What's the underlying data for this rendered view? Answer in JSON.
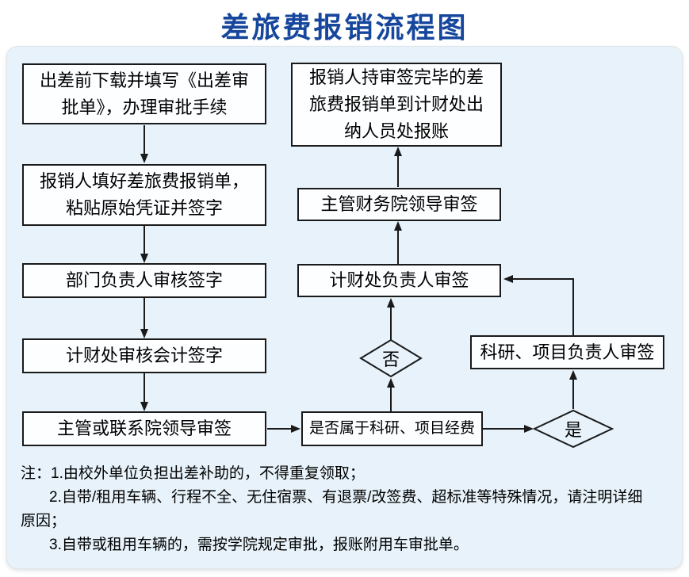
{
  "title": "差旅费报销流程图",
  "colors": {
    "title": "#17479d",
    "panel_bg": "#e7f2fa",
    "box_bg": "#fcfeff",
    "box_border": "#1a1a1a",
    "line": "#1a1a1a"
  },
  "nodes": [
    {
      "id": "download-form",
      "label": [
        "出差前下载并填写《出差审",
        "批单》，办理审批手续"
      ]
    },
    {
      "id": "fill-form",
      "label": [
        "报销人填好差旅费报销单，",
        "粘贴原始凭证并签字"
      ]
    },
    {
      "id": "dept-head-sign",
      "label": "部门负责人审核签字"
    },
    {
      "id": "finance-accountant-sign",
      "label": "计财处审核会计签字"
    },
    {
      "id": "college-leader-sign",
      "label": "主管或联系院领导审签"
    },
    {
      "id": "cashier-reimburse",
      "label": [
        "报销人持审签完毕的差",
        "旅费报销单到计财处出",
        "纳人员处报账"
      ]
    },
    {
      "id": "cfo-leader-sign",
      "label": "主管财务院领导审签"
    },
    {
      "id": "finance-head-sign",
      "label": "计财处负责人审签"
    },
    {
      "id": "is-project-funds",
      "label": "是否属于科研、项目经费"
    },
    {
      "id": "project-head-sign",
      "label": "科研、项目负责人审签"
    }
  ],
  "decisions": {
    "no": "否",
    "yes": "是"
  },
  "notes": {
    "lines": [
      "注：1.由校外单位负担出差补助的，不得重复领取；",
      "2.自带/租用车辆、行程不全、无住宿票、有退票/改签费、超标准等特殊情况，请注明详细",
      "原因；",
      "3.自带或租用车辆的，需按学院规定审批，报账附用车审批单。"
    ]
  }
}
